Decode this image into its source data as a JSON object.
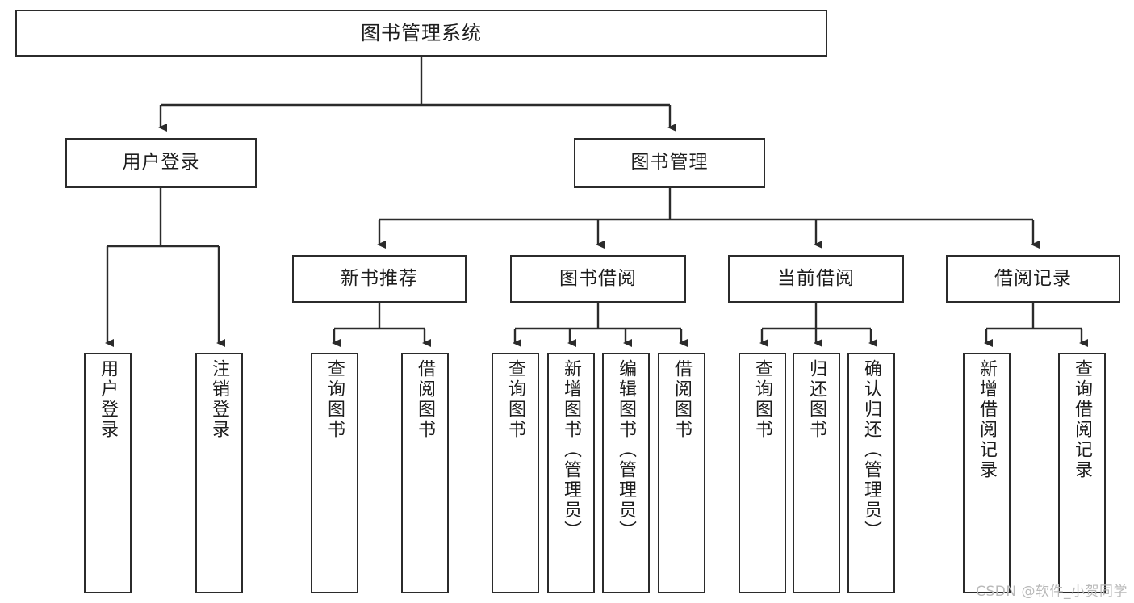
{
  "diagram": {
    "title": "图书管理系统",
    "type": "tree",
    "colors": {
      "box_border": "#2b2b2b",
      "box_fill": "#ffffff",
      "connector": "#2b2b2b",
      "text": "#1d1d1d",
      "watermark": "#b9b9b9",
      "background": "#ffffff"
    },
    "root": {
      "label": "图书管理系统"
    },
    "level2": [
      {
        "label": "用户登录"
      },
      {
        "label": "图书管理"
      }
    ],
    "level3": [
      {
        "label": "新书推荐"
      },
      {
        "label": "图书借阅"
      },
      {
        "label": "当前借阅"
      },
      {
        "label": "借阅记录"
      }
    ],
    "leaves": {
      "user_login": [
        {
          "label": "用户登录"
        },
        {
          "label": "注销登录"
        }
      ],
      "new_book": [
        {
          "label": "查询图书"
        },
        {
          "label": "借阅图书"
        }
      ],
      "book_borrow": [
        {
          "label": "查询图书"
        },
        {
          "label": "新增图书（管理员）"
        },
        {
          "label": "编辑图书（管理员）"
        },
        {
          "label": "借阅图书"
        }
      ],
      "current_borrow": [
        {
          "label": "查询图书"
        },
        {
          "label": "归还图书"
        },
        {
          "label": "确认归还（管理员）"
        }
      ],
      "borrow_record": [
        {
          "label": "新增借阅记录"
        },
        {
          "label": "查询借阅记录"
        }
      ]
    }
  },
  "watermark": {
    "text": "CSDN @软件_小贺同学"
  }
}
